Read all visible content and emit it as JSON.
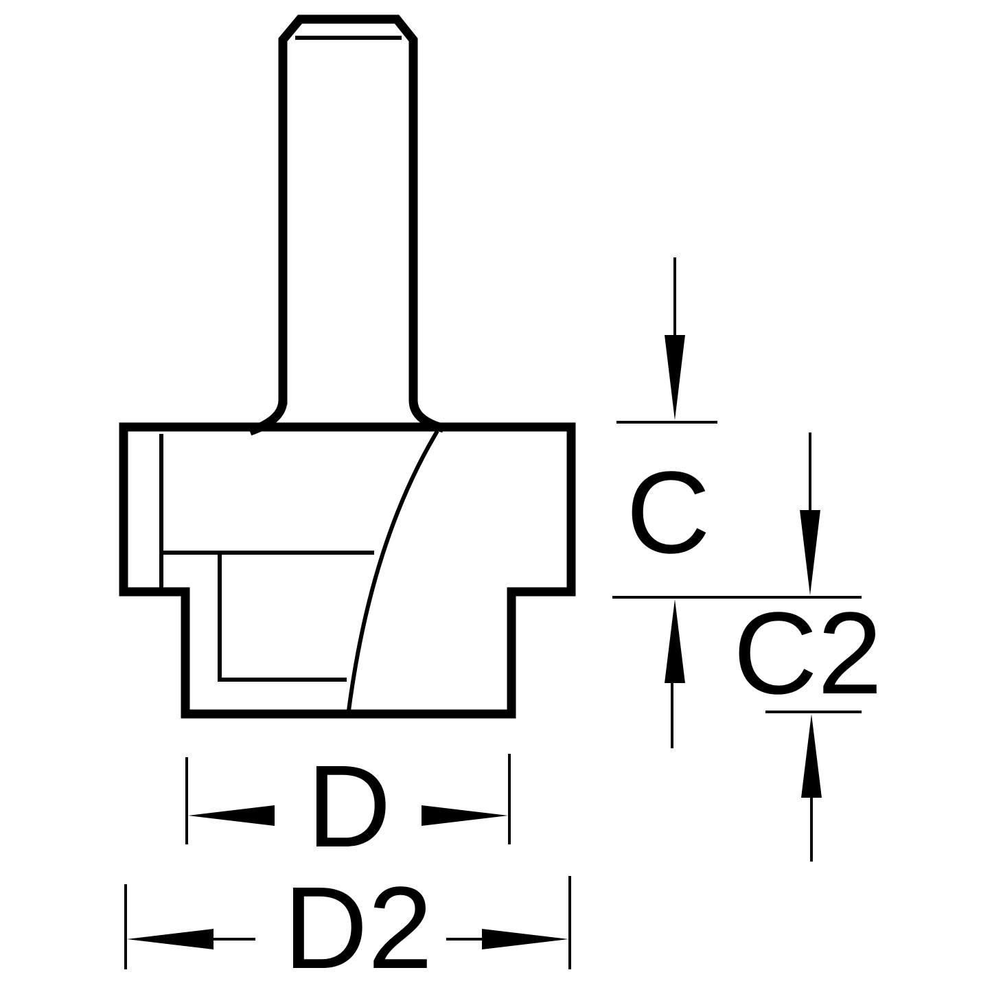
{
  "labels": {
    "c": "C",
    "c2": "C2",
    "d": "D",
    "d2": "D2"
  },
  "colors": {
    "line": "#000000",
    "background": "#ffffff"
  }
}
